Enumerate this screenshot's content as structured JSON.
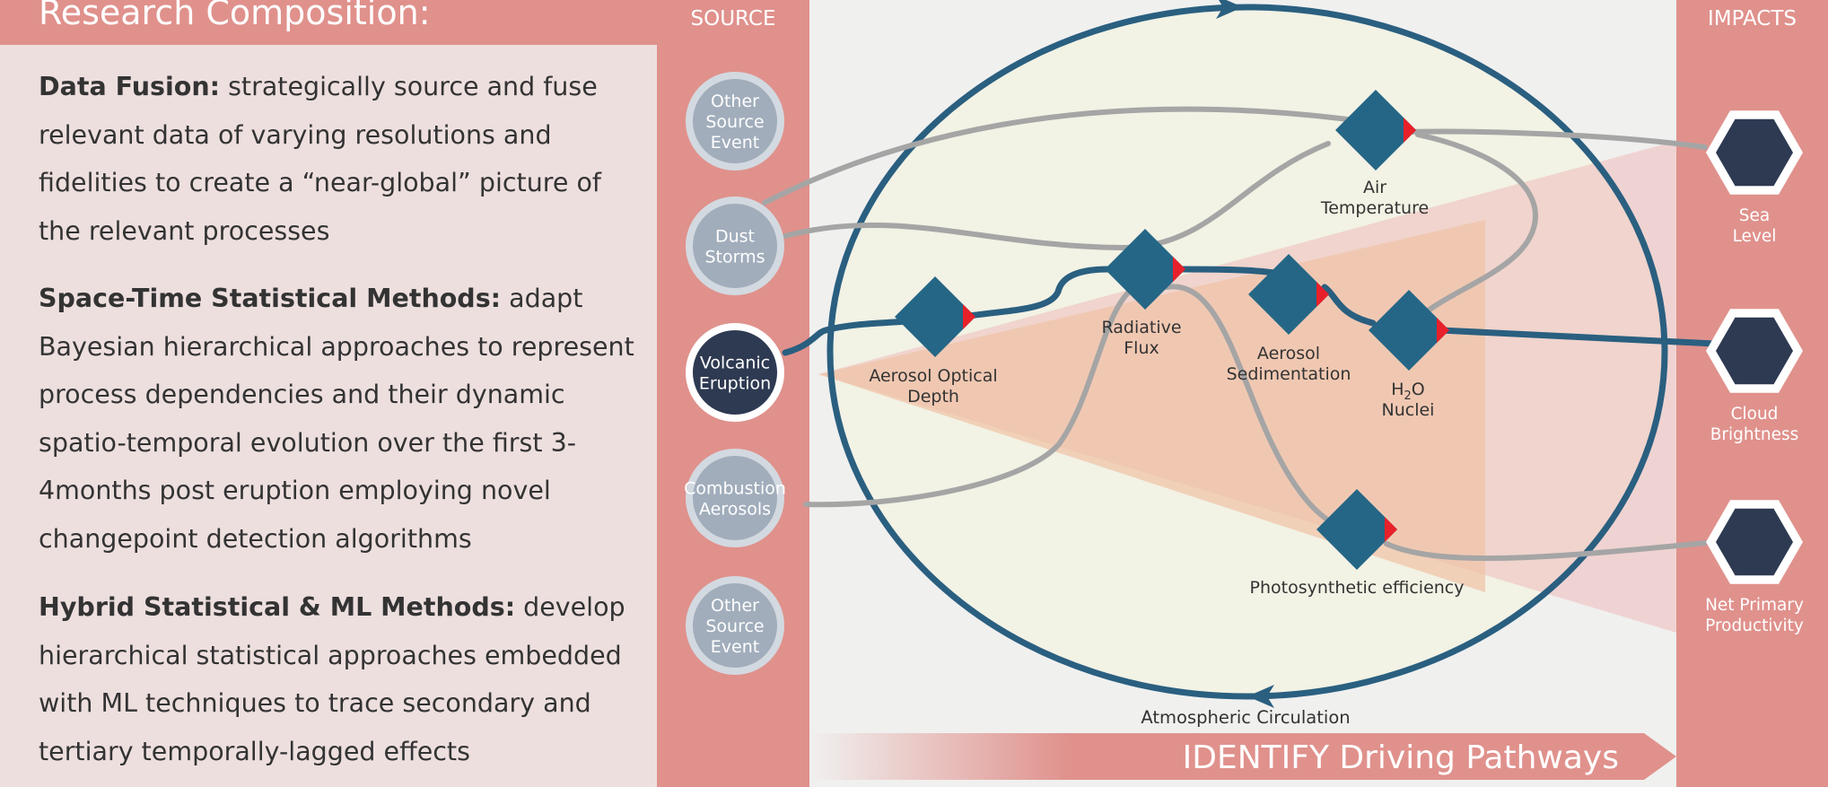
{
  "header": {
    "title": "Research Composition:"
  },
  "paragraphs": [
    {
      "heading": "Data Fusion:",
      "body": " strategically source and fuse relevant data of varying resolutions and fidelities to create a “near-global” picture of the relevant processes"
    },
    {
      "heading": "Space-Time Statistical Methods:",
      "body": " adapt Bayesian hierarchical approaches to represent process dependencies and their dynamic spatio-temporal evolution over the first 3-4months post eruption employing novel changepoint detection algorithms"
    },
    {
      "heading": "Hybrid Statistical & ML Methods:",
      "body": " develop hierarchical statistical approaches embedded with ML techniques to trace secondary and tertiary temporally-lagged effects"
    }
  ],
  "source": {
    "title": "SOURCE",
    "nodes": [
      {
        "lines": [
          "Other",
          "Source",
          "Event"
        ],
        "active": false
      },
      {
        "lines": [
          "Dust",
          "Storms"
        ],
        "active": false
      },
      {
        "lines": [
          "Volcanic",
          "Eruption"
        ],
        "active": true
      },
      {
        "lines": [
          "Combustion",
          "Aerosols"
        ],
        "active": false
      },
      {
        "lines": [
          "Other",
          "Source",
          "Event"
        ],
        "active": false
      }
    ]
  },
  "impacts": {
    "title": "IMPACTS",
    "nodes": [
      {
        "lines": [
          "Sea",
          "Level"
        ]
      },
      {
        "lines": [
          "Cloud",
          "Brightness"
        ]
      },
      {
        "lines": [
          "Net Primary",
          "Productivity"
        ]
      }
    ]
  },
  "processes": [
    {
      "id": "aod",
      "lines": [
        "Aerosol Optical",
        "Depth"
      ]
    },
    {
      "id": "rf",
      "lines": [
        "Radiative",
        "Flux"
      ]
    },
    {
      "id": "sed",
      "lines": [
        "Aerosol",
        "Sedimentation"
      ]
    },
    {
      "id": "air",
      "lines": [
        "Air",
        "Temperature"
      ]
    },
    {
      "id": "h2o",
      "lines": [
        "H",
        "2",
        "O",
        "Nuclei"
      ]
    },
    {
      "id": "photo",
      "lines": [
        "Photosynthetic efficiency"
      ]
    }
  ],
  "circulation_label": "Atmospheric Circulation",
  "banner": "IDENTIFY Driving Pathways",
  "colors": {
    "accent": "#e0918c",
    "panel": "#eedfdf",
    "node_fill": "#256686",
    "node_marker": "#e8202a",
    "ellipse_stroke": "#2a5f80",
    "ellipse_fill": "#f2f2e5",
    "source_node": "#a1adbb",
    "source_active": "#2e3a52",
    "impact_node": "#2e3a52",
    "pathway": "#a5a5a5",
    "cone": "#f0c4a8"
  }
}
